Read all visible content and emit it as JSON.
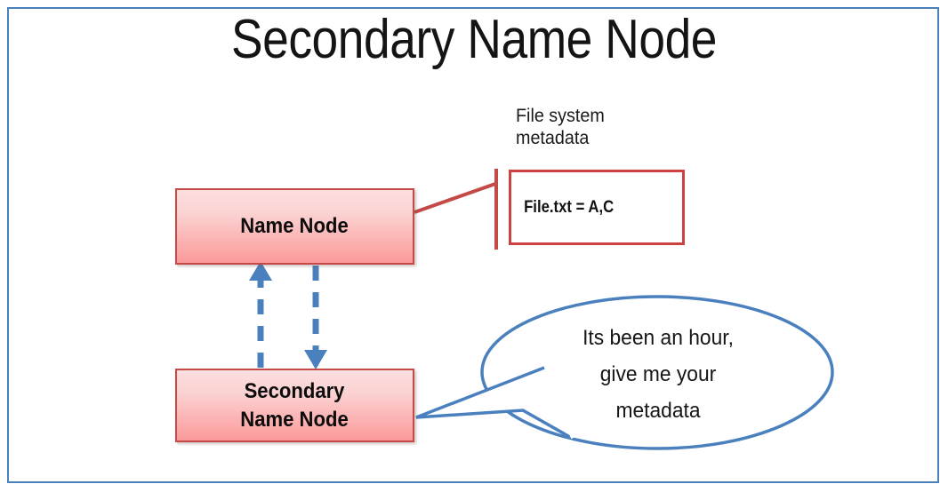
{
  "slide": {
    "title": "Secondary Name Node",
    "frame_color": "#4a80bd",
    "background": "#ffffff"
  },
  "nodes": [
    {
      "id": "name-node",
      "label": "Name Node",
      "lines": [
        "Name Node"
      ],
      "fill_top": "#fcdede",
      "fill_bottom": "#fb9a9a",
      "border_color": "#c34a47"
    },
    {
      "id": "secondary-name-node",
      "label": "Secondary Name Node",
      "lines": [
        "Secondary",
        "Name Node"
      ],
      "fill_top": "#fcdede",
      "fill_bottom": "#fb9a9a",
      "border_color": "#c34a47"
    }
  ],
  "metadata": {
    "caption_line1": "File system",
    "caption_line2": "metadata",
    "value": "File.txt = A,C",
    "box_border_color": "#cb4340",
    "bracket_color": "#c34a47",
    "leader_color": "#c34a47"
  },
  "speech_bubble": {
    "line1": "Its been an hour,",
    "line2": "give me your",
    "line3": "metadata",
    "outline_color": "#4a80bd"
  },
  "arrows": [
    {
      "id": "arrow-up",
      "direction": "up",
      "from": "Secondary Name Node",
      "to": "Name Node",
      "style": "dashed",
      "color": "#4a80bd"
    },
    {
      "id": "arrow-down",
      "direction": "down",
      "from": "Name Node",
      "to": "Secondary Name Node",
      "style": "dashed",
      "color": "#4a80bd"
    }
  ]
}
